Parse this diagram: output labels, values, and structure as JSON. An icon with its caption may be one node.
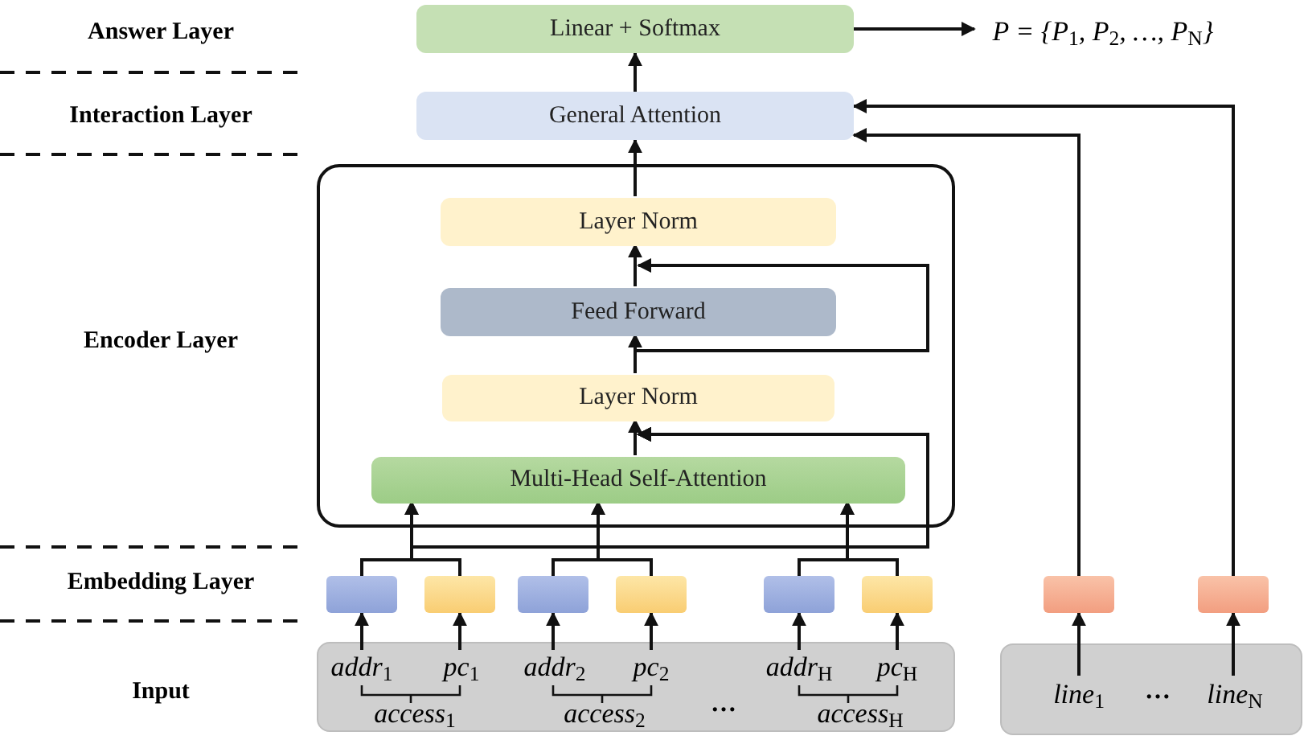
{
  "diagram": {
    "nodes": [
      {
        "text": [
          "Linear + Softmax"
        ]
      },
      {
        "text": [
          "P = {P$_{1}$, P$_{2}$, …, P$_{N}$}"
        ]
      },
      {
        "text": [
          "General Attention"
        ]
      },
      {
        "text": [],
        "shape": "box"
      },
      {
        "text": [
          "Layer Norm"
        ],
        "in": 3
      },
      {
        "text": [
          "Feed Forward"
        ],
        "in": 3
      },
      {
        "text": [
          "Layer Norm"
        ],
        "in": 3
      },
      {
        "text": [
          "Multi-Head Self-Attention"
        ],
        "in": 3
      },
      {
        "text": [],
        "shape": "box"
      },
      {
        "text": [],
        "shape": "box"
      },
      {
        "text": [],
        "shape": "box"
      },
      {
        "text": [],
        "shape": "box"
      },
      {
        "text": [],
        "shape": "box"
      },
      {
        "text": [],
        "shape": "box"
      },
      {
        "text": [],
        "shape": "box"
      },
      {
        "text": [],
        "shape": "box"
      },
      {
        "text": [],
        "shape": "box"
      },
      {
        "text": [
          "addr$_{1}$"
        ],
        "in": 16
      },
      {
        "text": [
          "pc$_{1}$"
        ],
        "in": 16
      },
      {
        "text": [
          "access$_{1}$"
        ],
        "in": 16
      },
      {
        "text": [
          "addr$_{2}$"
        ],
        "in": 16
      },
      {
        "text": [
          "pc$_{2}$"
        ],
        "in": 16
      },
      {
        "text": [
          "access$_{2}$"
        ],
        "in": 16
      },
      {
        "text": [
          "addr$_{H}$"
        ],
        "in": 16
      },
      {
        "text": [
          "pc$_{H}$"
        ],
        "in": 16
      },
      {
        "text": [
          "access$_{H}$"
        ],
        "in": 16
      },
      {
        "text": [],
        "shape": "box"
      },
      {
        "text": [
          "line$_{1}$"
        ],
        "in": 26
      },
      {
        "text": [
          "line$_{N}$"
        ],
        "in": 26
      }
    ],
    "edges": [
      {
        "from": 0,
        "to": 1,
        "arrow": "to"
      },
      {
        "from": 2,
        "to": 0,
        "arrow": "to"
      },
      {
        "from": 4,
        "to": 2,
        "arrow": "to"
      },
      {
        "from": 5,
        "to": 4,
        "arrow": "to"
      },
      {
        "from": 6,
        "to": 5,
        "arrow": "to"
      },
      {
        "from": 7,
        "to": 6,
        "arrow": "to"
      },
      {
        "from": 6,
        "to": 4,
        "arrow": "to"
      },
      {
        "from": 8,
        "to": 7,
        "arrow": "to"
      },
      {
        "from": 9,
        "to": 7,
        "arrow": "to"
      },
      {
        "from": 10,
        "to": 7,
        "arrow": "to"
      },
      {
        "from": 11,
        "to": 7,
        "arrow": "to"
      },
      {
        "from": 12,
        "to": 7,
        "arrow": "to"
      },
      {
        "from": 13,
        "to": 7,
        "arrow": "to"
      },
      {
        "from": 8,
        "to": 6,
        "arrow": "to"
      },
      {
        "from": 9,
        "to": 6,
        "arrow": "to"
      },
      {
        "from": 10,
        "to": 6,
        "arrow": "to"
      },
      {
        "from": 11,
        "to": 6,
        "arrow": "to"
      },
      {
        "from": 12,
        "to": 6,
        "arrow": "to"
      },
      {
        "from": 13,
        "to": 6,
        "arrow": "to"
      },
      {
        "from": 14,
        "to": 2,
        "arrow": "to"
      },
      {
        "from": 15,
        "to": 2,
        "arrow": "to"
      },
      {
        "from": 17,
        "to": 8,
        "arrow": "to"
      },
      {
        "from": 18,
        "to": 9,
        "arrow": "to"
      },
      {
        "from": 20,
        "to": 10,
        "arrow": "to"
      },
      {
        "from": 21,
        "to": 11,
        "arrow": "to"
      },
      {
        "from": 23,
        "to": 12,
        "arrow": "to"
      },
      {
        "from": 24,
        "to": 13,
        "arrow": "to"
      },
      {
        "from": 27,
        "to": 14,
        "arrow": "to"
      },
      {
        "from": 28,
        "to": 15,
        "arrow": "to"
      }
    ],
    "labels": [
      "Answer Layer",
      "Interaction Layer",
      "Encoder Layer",
      "Embedding Layer",
      "Input",
      "…",
      "…"
    ]
  }
}
